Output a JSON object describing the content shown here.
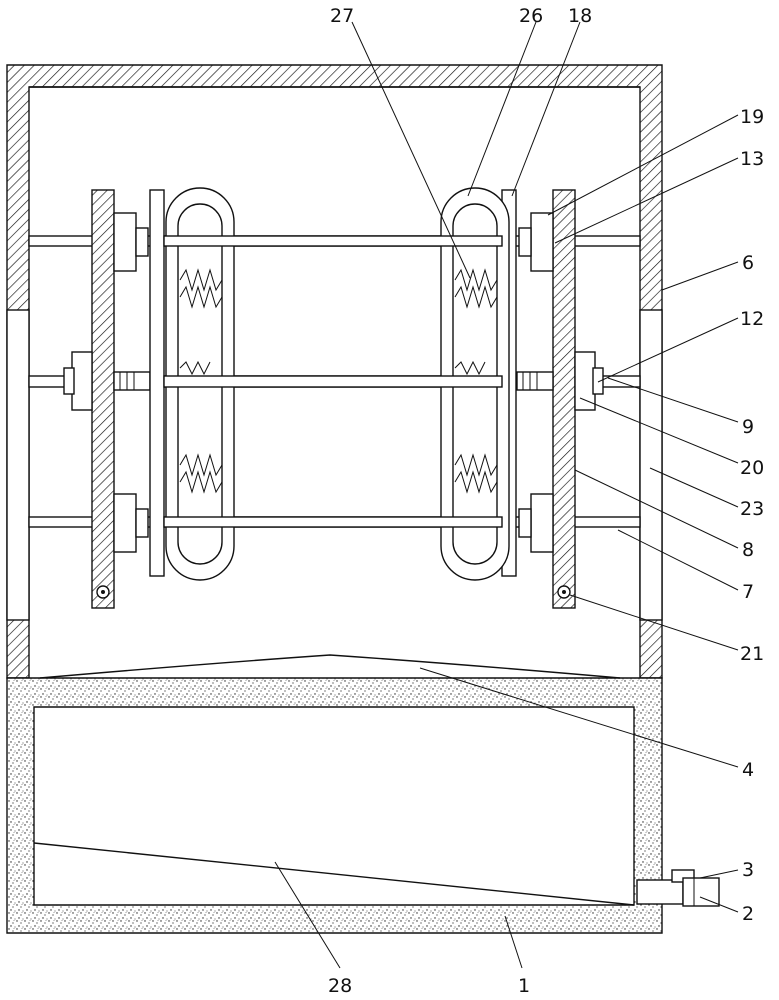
{
  "labels": {
    "l27": "27",
    "l26": "26",
    "l18": "18",
    "l19": "19",
    "l13": "13",
    "l6": "6",
    "l12": "12",
    "l9": "9",
    "l20": "20",
    "l23": "23",
    "l8": "8",
    "l7": "7",
    "l21": "21",
    "l4": "4",
    "l3": "3",
    "l2": "2",
    "l28": "28",
    "l1": "1"
  }
}
